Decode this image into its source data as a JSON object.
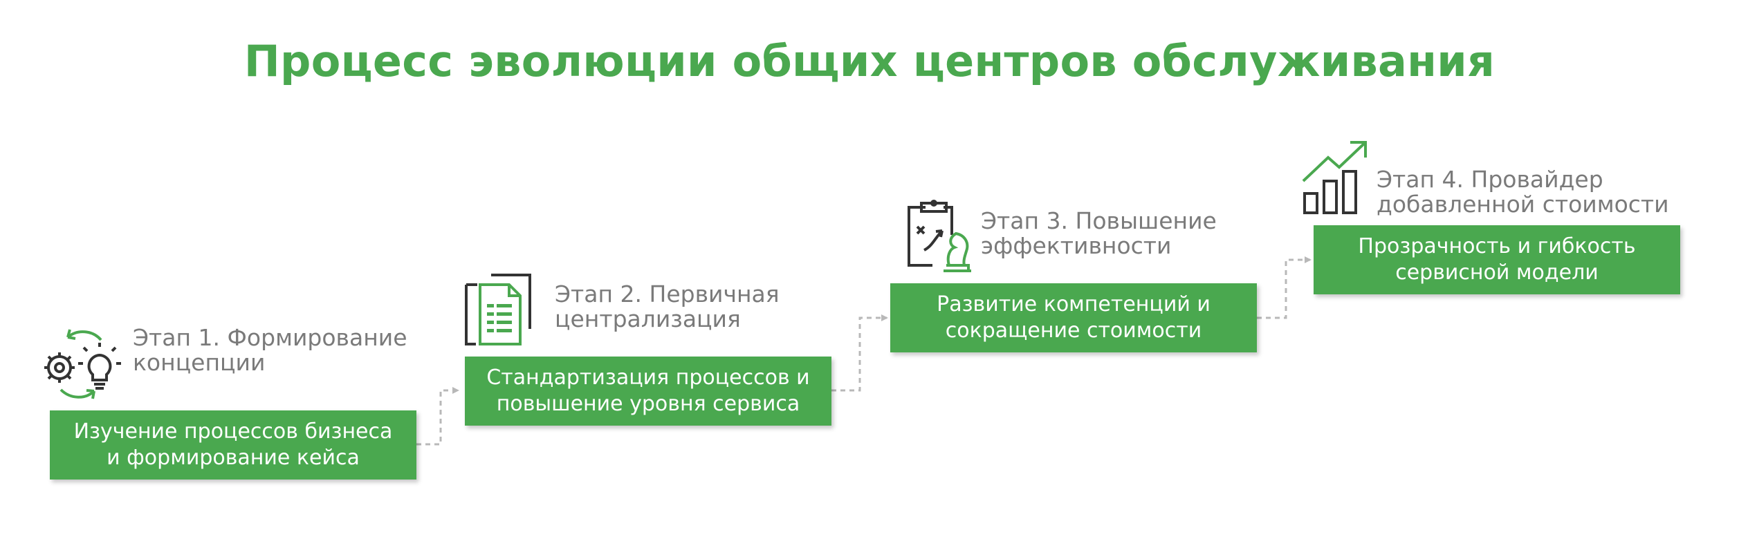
{
  "title": "Процесс эволюции общих центров обслуживания",
  "colors": {
    "accent": "#4aa84f",
    "label": "#7a7a7a",
    "connector": "#b8b8b8",
    "icon_dark": "#444444"
  },
  "stages": [
    {
      "label": "Этап 1. Формирование\nконцепции",
      "box": "Изучение процессов бизнеса\nи формирование кейса",
      "icon": "gear-lightbulb-cycle-icon"
    },
    {
      "label": "Этап 2. Первичная\nцентрализация",
      "box": "Стандартизация процессов и\nповышение уровня сервиса",
      "icon": "documents-icon"
    },
    {
      "label": "Этап 3. Повышение\nэффективности",
      "box": "Развитие компетенций и\nсокращение стоимости",
      "icon": "strategy-clipboard-chess-icon"
    },
    {
      "label": "Этап 4. Провайдер\nдобавленной стоимости",
      "box": "Прозрачность и гибкость\nсервисной модели",
      "icon": "growth-chart-icon"
    }
  ]
}
